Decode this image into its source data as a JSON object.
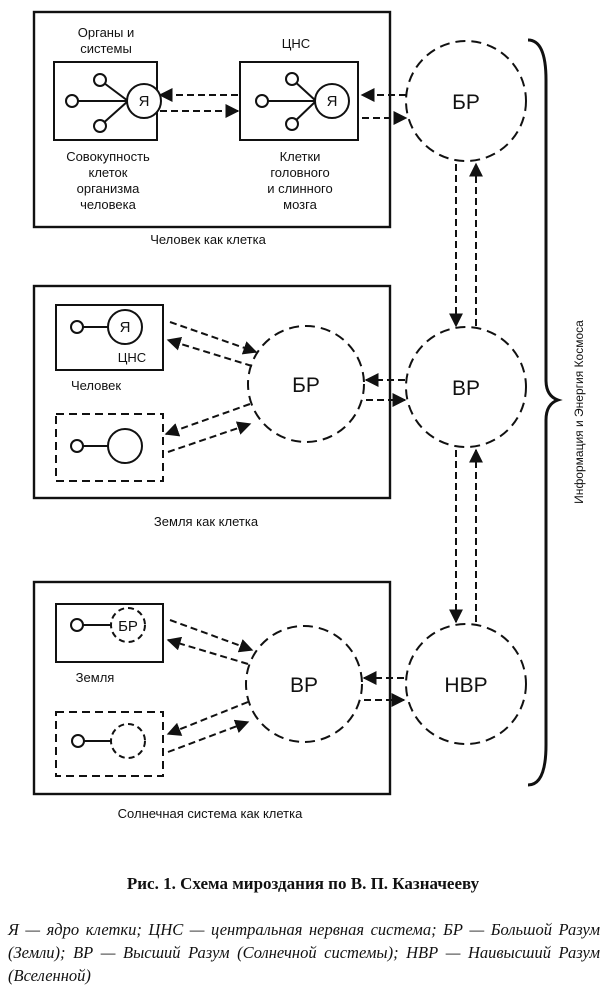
{
  "blocks": {
    "human": {
      "organs_label_1": "Органы и",
      "organs_label_2": "системы",
      "cns_label": "ЦНС",
      "nucleus_1": "Я",
      "nucleus_2": "Я",
      "cells_total_1": "Совокупность",
      "cells_total_2": "клеток",
      "cells_total_3": "организма",
      "cells_total_4": "человека",
      "brain_cells_1": "Клетки",
      "brain_cells_2": "головного",
      "brain_cells_3": "и слинного",
      "brain_cells_4": "мозга",
      "caption": "Человек  как клетка"
    },
    "earth": {
      "nucleus": "Я",
      "cns_label": "ЦНС",
      "human_label": "Человек",
      "br_label": "БР",
      "caption": "Земля  как клетка"
    },
    "solar": {
      "inner_br": "БР",
      "earth_label": "Земля",
      "vr_label": "ВР",
      "caption": "Солнечная система  как клетка"
    }
  },
  "chain": {
    "br": "БР",
    "vr": "ВР",
    "nvr": "НВР",
    "side_label": "Информация и Энергия Космоса"
  },
  "figure_caption": "Рис. 1. Схема мироздания по В. П. Казначееву",
  "legend": "Я — ядро клетки; ЦНС — центральная нервная система; БР — Большой Разум (Земли); ВР — Высший Разум (Солнечной системы); НВР — Наивысший Разум (Вселенной)"
}
